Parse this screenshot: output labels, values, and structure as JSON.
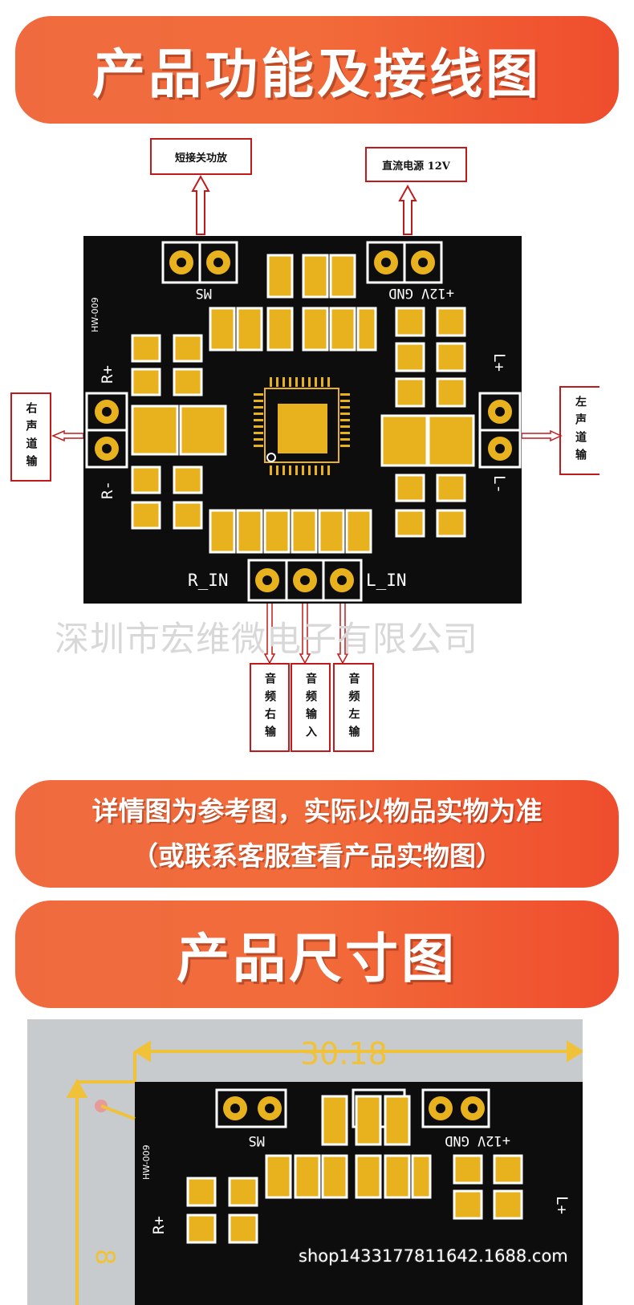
{
  "banners": {
    "function_title": "产品功能及接线图",
    "notice_line1": "详情图为参考图，实际以物品实物为准",
    "notice_line2": "（或联系客服查看产品实物图）",
    "size_title": "产品尺寸图"
  },
  "callouts": {
    "ms": "短接关功放",
    "power": "直流电源 12V",
    "right_output": "右声道输",
    "left_output": "左声道输",
    "audio_right": "音频右输",
    "audio_input": "音频输入",
    "audio_left": "音频左输"
  },
  "board_labels": {
    "ms": "MS",
    "power": "+12V GND",
    "model": "HW-009",
    "r_plus": "R+",
    "r_minus": "R-",
    "l_plus": "L+",
    "l_minus": "L-",
    "r_in": "R_IN",
    "l_in": "L_IN"
  },
  "watermark": "深圳市宏维微电子有限公司",
  "dimensions": {
    "width": "30.18",
    "height": "8"
  },
  "shop_watermark": "shop1433177811642.1688.com",
  "colors": {
    "banner_orange": "#f26b3a",
    "pcb_black": "#0d0d0d",
    "pad_gold": "#e8b21e",
    "callout_red": "#c21a1a"
  }
}
